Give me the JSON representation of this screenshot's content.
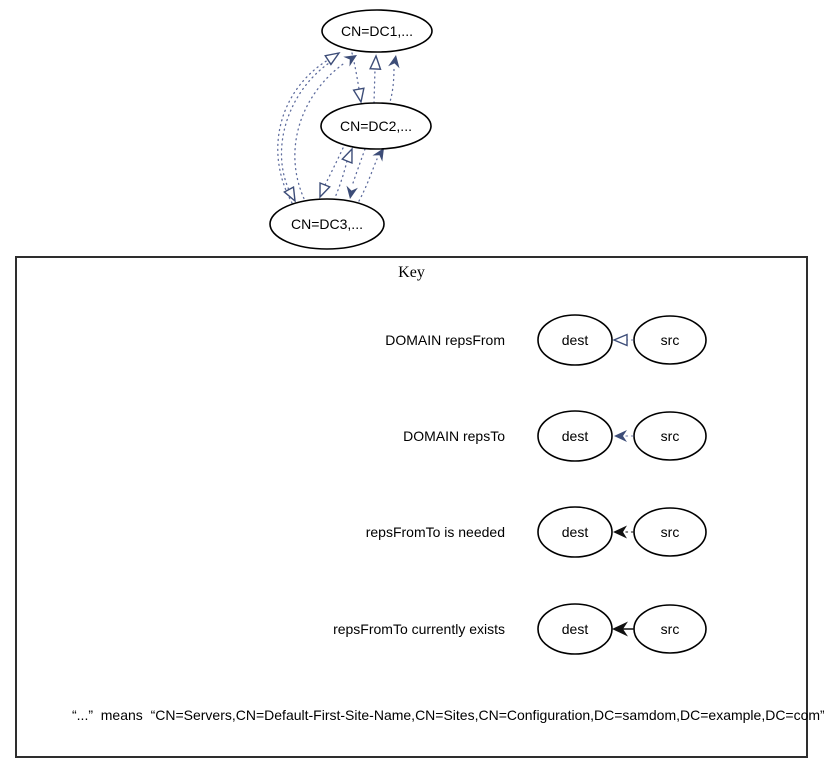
{
  "graph": {
    "nodes": [
      {
        "label": "CN=DC1,..."
      },
      {
        "label": "CN=DC2,..."
      },
      {
        "label": "CN=DC3,..."
      }
    ]
  },
  "key": {
    "title": "Key",
    "rows": [
      {
        "label": "DOMAIN repsFrom",
        "dest_label": "dest",
        "src_label": "src",
        "arrow_style": "dotted-blue-open-arrowhead"
      },
      {
        "label": "DOMAIN repsTo",
        "dest_label": "dest",
        "src_label": "src",
        "arrow_style": "dotted-blue-filled-arrowhead"
      },
      {
        "label": "repsFromTo is needed",
        "dest_label": "dest",
        "src_label": "src",
        "arrow_style": "dotted-black-filled-arrowhead"
      },
      {
        "label": "repsFromTo currently exists",
        "dest_label": "dest",
        "src_label": "src",
        "arrow_style": "solid-black-filled-arrowhead"
      }
    ],
    "footnote": "“...”  means  “CN=Servers,CN=Default-First-Site-Name,CN=Sites,CN=Configuration,DC=samdom,DC=example,DC=com”"
  },
  "colors": {
    "edge_blue": "#5f6d9e",
    "arrow_navy": "#3d4d78",
    "black": "#111111"
  }
}
